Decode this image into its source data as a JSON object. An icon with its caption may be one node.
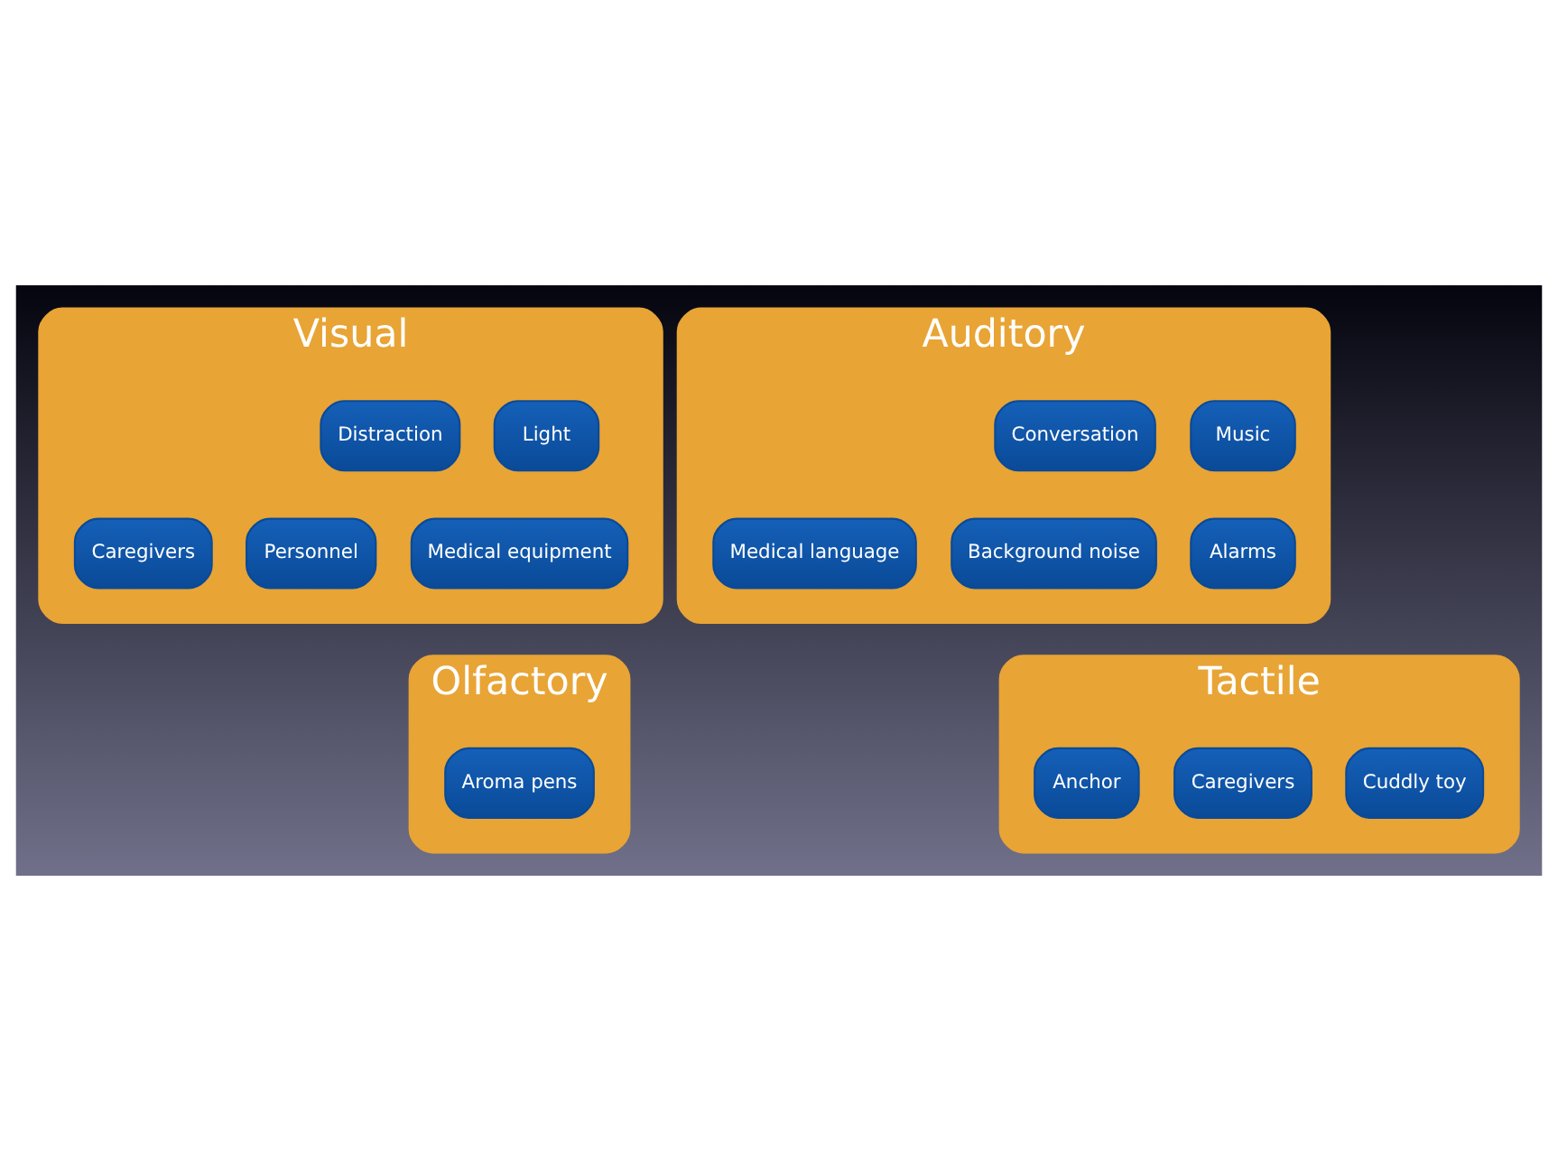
{
  "diagram": {
    "nodes": [
      {
        "text": [
          "Visual"
        ]
      },
      {
        "text": [
          "Light"
        ],
        "in": 0
      },
      {
        "text": [
          "Distraction"
        ],
        "in": 0
      },
      {
        "text": [
          "Personnel"
        ],
        "in": 0
      },
      {
        "text": [
          "Medical equipment"
        ],
        "in": 0
      },
      {
        "text": [
          "Caregivers"
        ],
        "in": 0
      },
      {
        "text": [
          "Auditory"
        ]
      },
      {
        "text": [
          "Music"
        ],
        "in": 6
      },
      {
        "text": [
          "Conversation"
        ],
        "in": 6
      },
      {
        "text": [
          "Background noise"
        ],
        "in": 6
      },
      {
        "text": [
          "Alarms"
        ],
        "in": 6
      },
      {
        "text": [
          "Medical language"
        ],
        "in": 6
      },
      {
        "text": [
          "Olfactory"
        ]
      },
      {
        "text": [
          "Aroma pens"
        ],
        "in": 12
      },
      {
        "text": [
          "Tactile"
        ]
      },
      {
        "text": [
          "Cuddly toy"
        ],
        "in": 14
      },
      {
        "text": [
          "Caregivers"
        ],
        "in": 14
      },
      {
        "text": [
          "Anchor"
        ],
        "in": 14
      }
    ]
  }
}
